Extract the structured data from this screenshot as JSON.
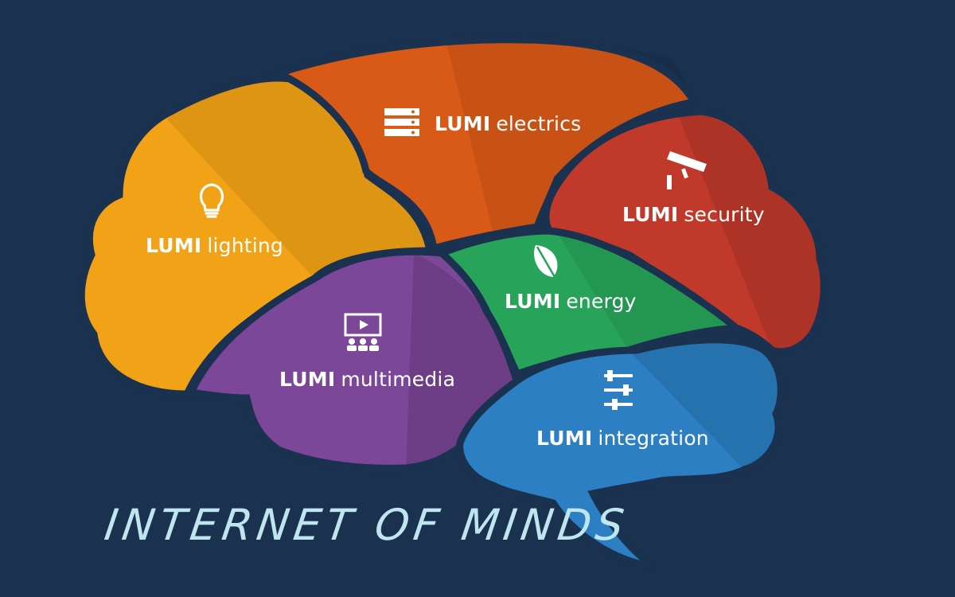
{
  "brand": "LUMI",
  "tagline": "INTERNET OF MINDS",
  "colors": {
    "background": "#1a3150",
    "lighting": "#f2a216",
    "electrics": "#d95a17",
    "security": "#c0392b",
    "energy": "#27a35a",
    "multimedia": "#7d4799",
    "integration": "#2b7fc2"
  },
  "lobes": {
    "lighting": {
      "name": "lighting",
      "icon": "lightbulb-icon"
    },
    "electrics": {
      "name": "electrics",
      "icon": "server-rack-icon"
    },
    "security": {
      "name": "security",
      "icon": "security-camera-icon"
    },
    "energy": {
      "name": "energy",
      "icon": "leaf-icon"
    },
    "multimedia": {
      "name": "multimedia",
      "icon": "presentation-audience-icon"
    },
    "integration": {
      "name": "integration",
      "icon": "sliders-icon"
    }
  }
}
